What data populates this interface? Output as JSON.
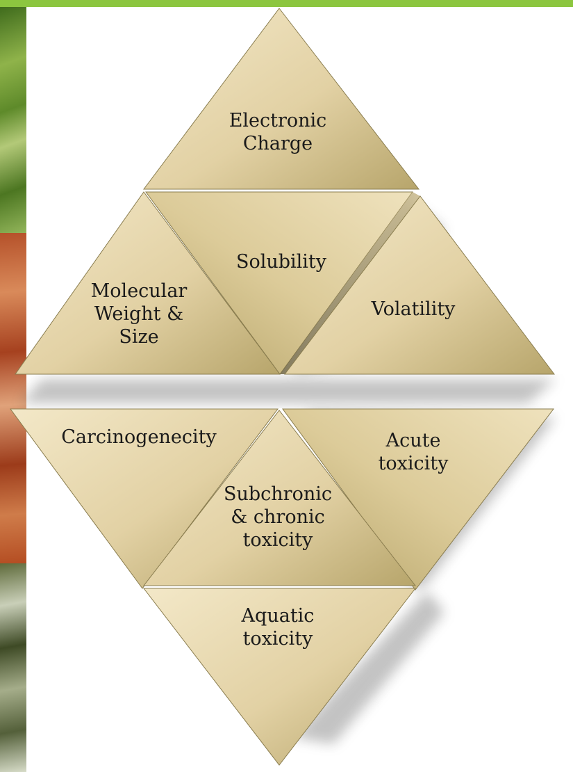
{
  "colors": {
    "accent_bar": "#8cc63f",
    "tile_light": "#f3e8c8",
    "tile_mid": "#ddc998",
    "tile_dark": "#a79a66"
  },
  "decor": {
    "left_photos": [
      "fern-photo",
      "autumn-foliage-photo",
      "forest-photo"
    ]
  },
  "upper_pyramid": {
    "top": "Electronic\nCharge",
    "center": "Solubility",
    "left": "Molecular\nWeight &\nSize",
    "right": "Volatility"
  },
  "lower_pyramid": {
    "left": "Carcinogenecity",
    "center": "Subchronic\n& chronic\ntoxicity",
    "right": "Acute\ntoxicity",
    "bottom": "Aquatic\ntoxicity"
  }
}
